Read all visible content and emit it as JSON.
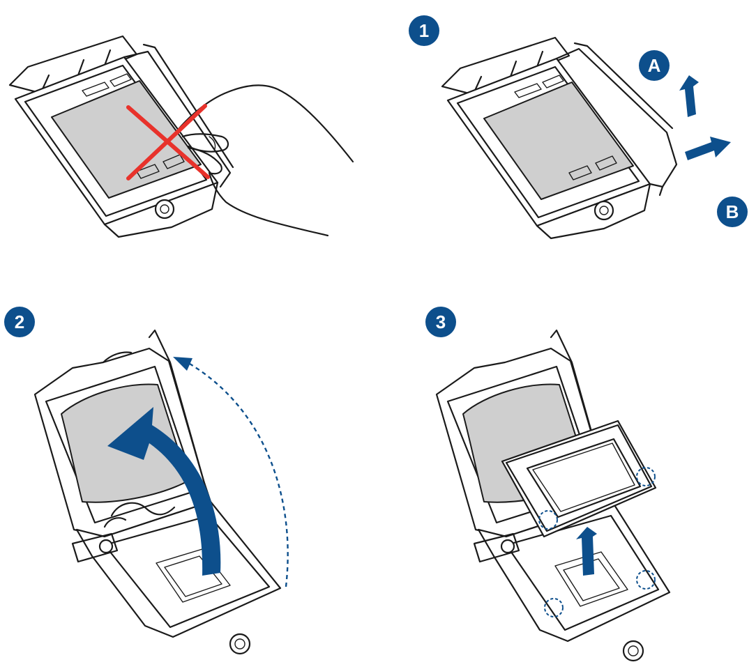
{
  "badges": {
    "step1": "1",
    "step2": "2",
    "step3": "3",
    "optionA": "A",
    "optionB": "B"
  },
  "colors": {
    "accent": "#0d4f8c",
    "warning": "#e8322b",
    "pad_gray": "#cfcfcf",
    "line": "#1a1a1a"
  },
  "icons": {
    "wrong": "red-x-icon",
    "arrow": "blue-arrow-icon",
    "hand": "hand-icon"
  }
}
